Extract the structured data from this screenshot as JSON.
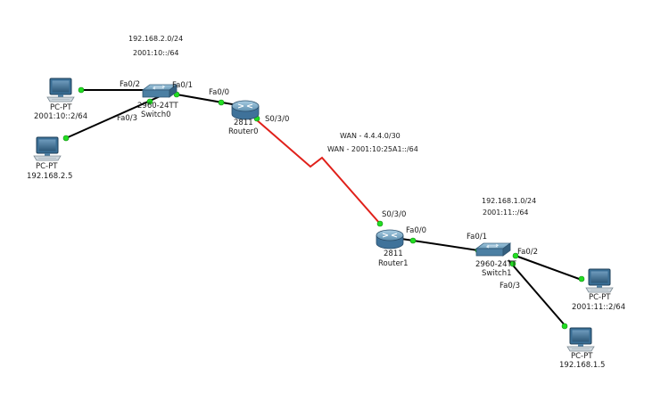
{
  "networks": {
    "lan0_ipv4": "192.168.2.0/24",
    "lan0_ipv6": "2001:10::/64",
    "wan_ipv4": "WAN - 4.4.4.0/30",
    "wan_ipv6": "WAN - 2001:10:25A1::/64",
    "lan1_ipv4": "192.168.1.0/24",
    "lan1_ipv6": "2001:11::/64"
  },
  "devices": {
    "pc0a": {
      "type": "PC-PT",
      "label": "2001:10::2/64"
    },
    "pc0b": {
      "type": "PC-PT",
      "label": "192.168.2.5"
    },
    "switch0": {
      "model": "2960-24TT",
      "name": "Switch0"
    },
    "router0": {
      "model": "2811",
      "name": "Router0"
    },
    "router1": {
      "model": "2811",
      "name": "Router1"
    },
    "switch1": {
      "model": "2960-24TT",
      "name": "Switch1"
    },
    "pc1a": {
      "type": "PC-PT",
      "label": "2001:11::2/64"
    },
    "pc1b": {
      "type": "PC-PT",
      "label": "192.168.1.5"
    }
  },
  "ports": {
    "sw0_fa02": "Fa0/2",
    "sw0_fa03": "Fa0/3",
    "sw0_fa01": "Fa0/1",
    "r0_fa00": "Fa0/0",
    "r0_s030": "S0/3/0",
    "r1_s030": "S0/3/0",
    "r1_fa00": "Fa0/0",
    "sw1_fa01": "Fa0/1",
    "sw1_fa02": "Fa0/2",
    "sw1_fa03": "Fa0/3"
  },
  "colors": {
    "ethernet_link": "#000000",
    "serial_link": "#e0201a",
    "link_up": "#22dd22",
    "device_blue": "#3a6f96"
  }
}
